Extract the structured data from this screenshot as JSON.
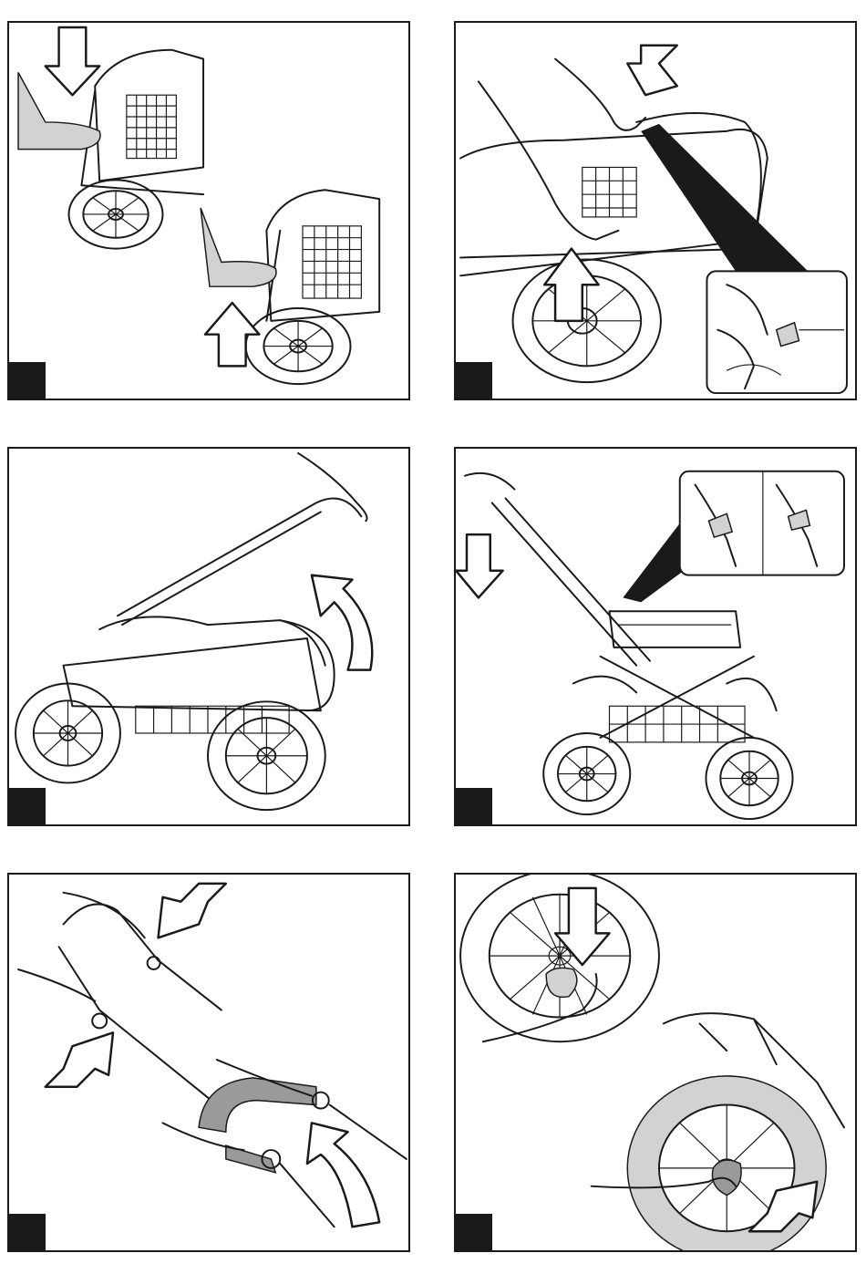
{
  "panels": [
    {
      "id": "p1",
      "step_marker": ""
    },
    {
      "id": "p2",
      "step_marker": ""
    },
    {
      "id": "p3",
      "step_marker": ""
    },
    {
      "id": "p4",
      "step_marker": ""
    },
    {
      "id": "p5",
      "step_marker": ""
    },
    {
      "id": "p6",
      "step_marker": ""
    }
  ],
  "colors": {
    "line": "#1a1a1a",
    "fill_gray": "#9a9a9a",
    "fill_light_gray": "#d2d2d2",
    "background": "#ffffff"
  }
}
